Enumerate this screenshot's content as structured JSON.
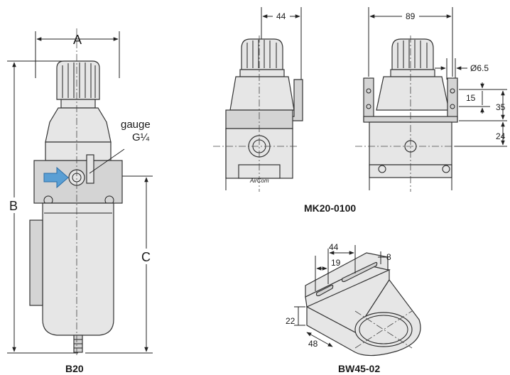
{
  "b20": {
    "caption": "B20",
    "dim_a": "A",
    "dim_b": "B",
    "dim_c": "C",
    "gauge_label": "gauge",
    "gauge_thread": "G¼",
    "flow_arrow_color": "#5a9fd4"
  },
  "mk20": {
    "caption": "MK20-0100",
    "dim_44": "44",
    "dim_89": "89",
    "dim_hole": "Ø6.5",
    "dim_15": "15",
    "dim_35": "35",
    "dim_24": "24",
    "brand": "AirCom"
  },
  "bw45": {
    "caption": "BW45-02",
    "dim_44": "44",
    "dim_19": "19",
    "dim_8": "8",
    "dim_22": "22",
    "dim_48": "48"
  }
}
